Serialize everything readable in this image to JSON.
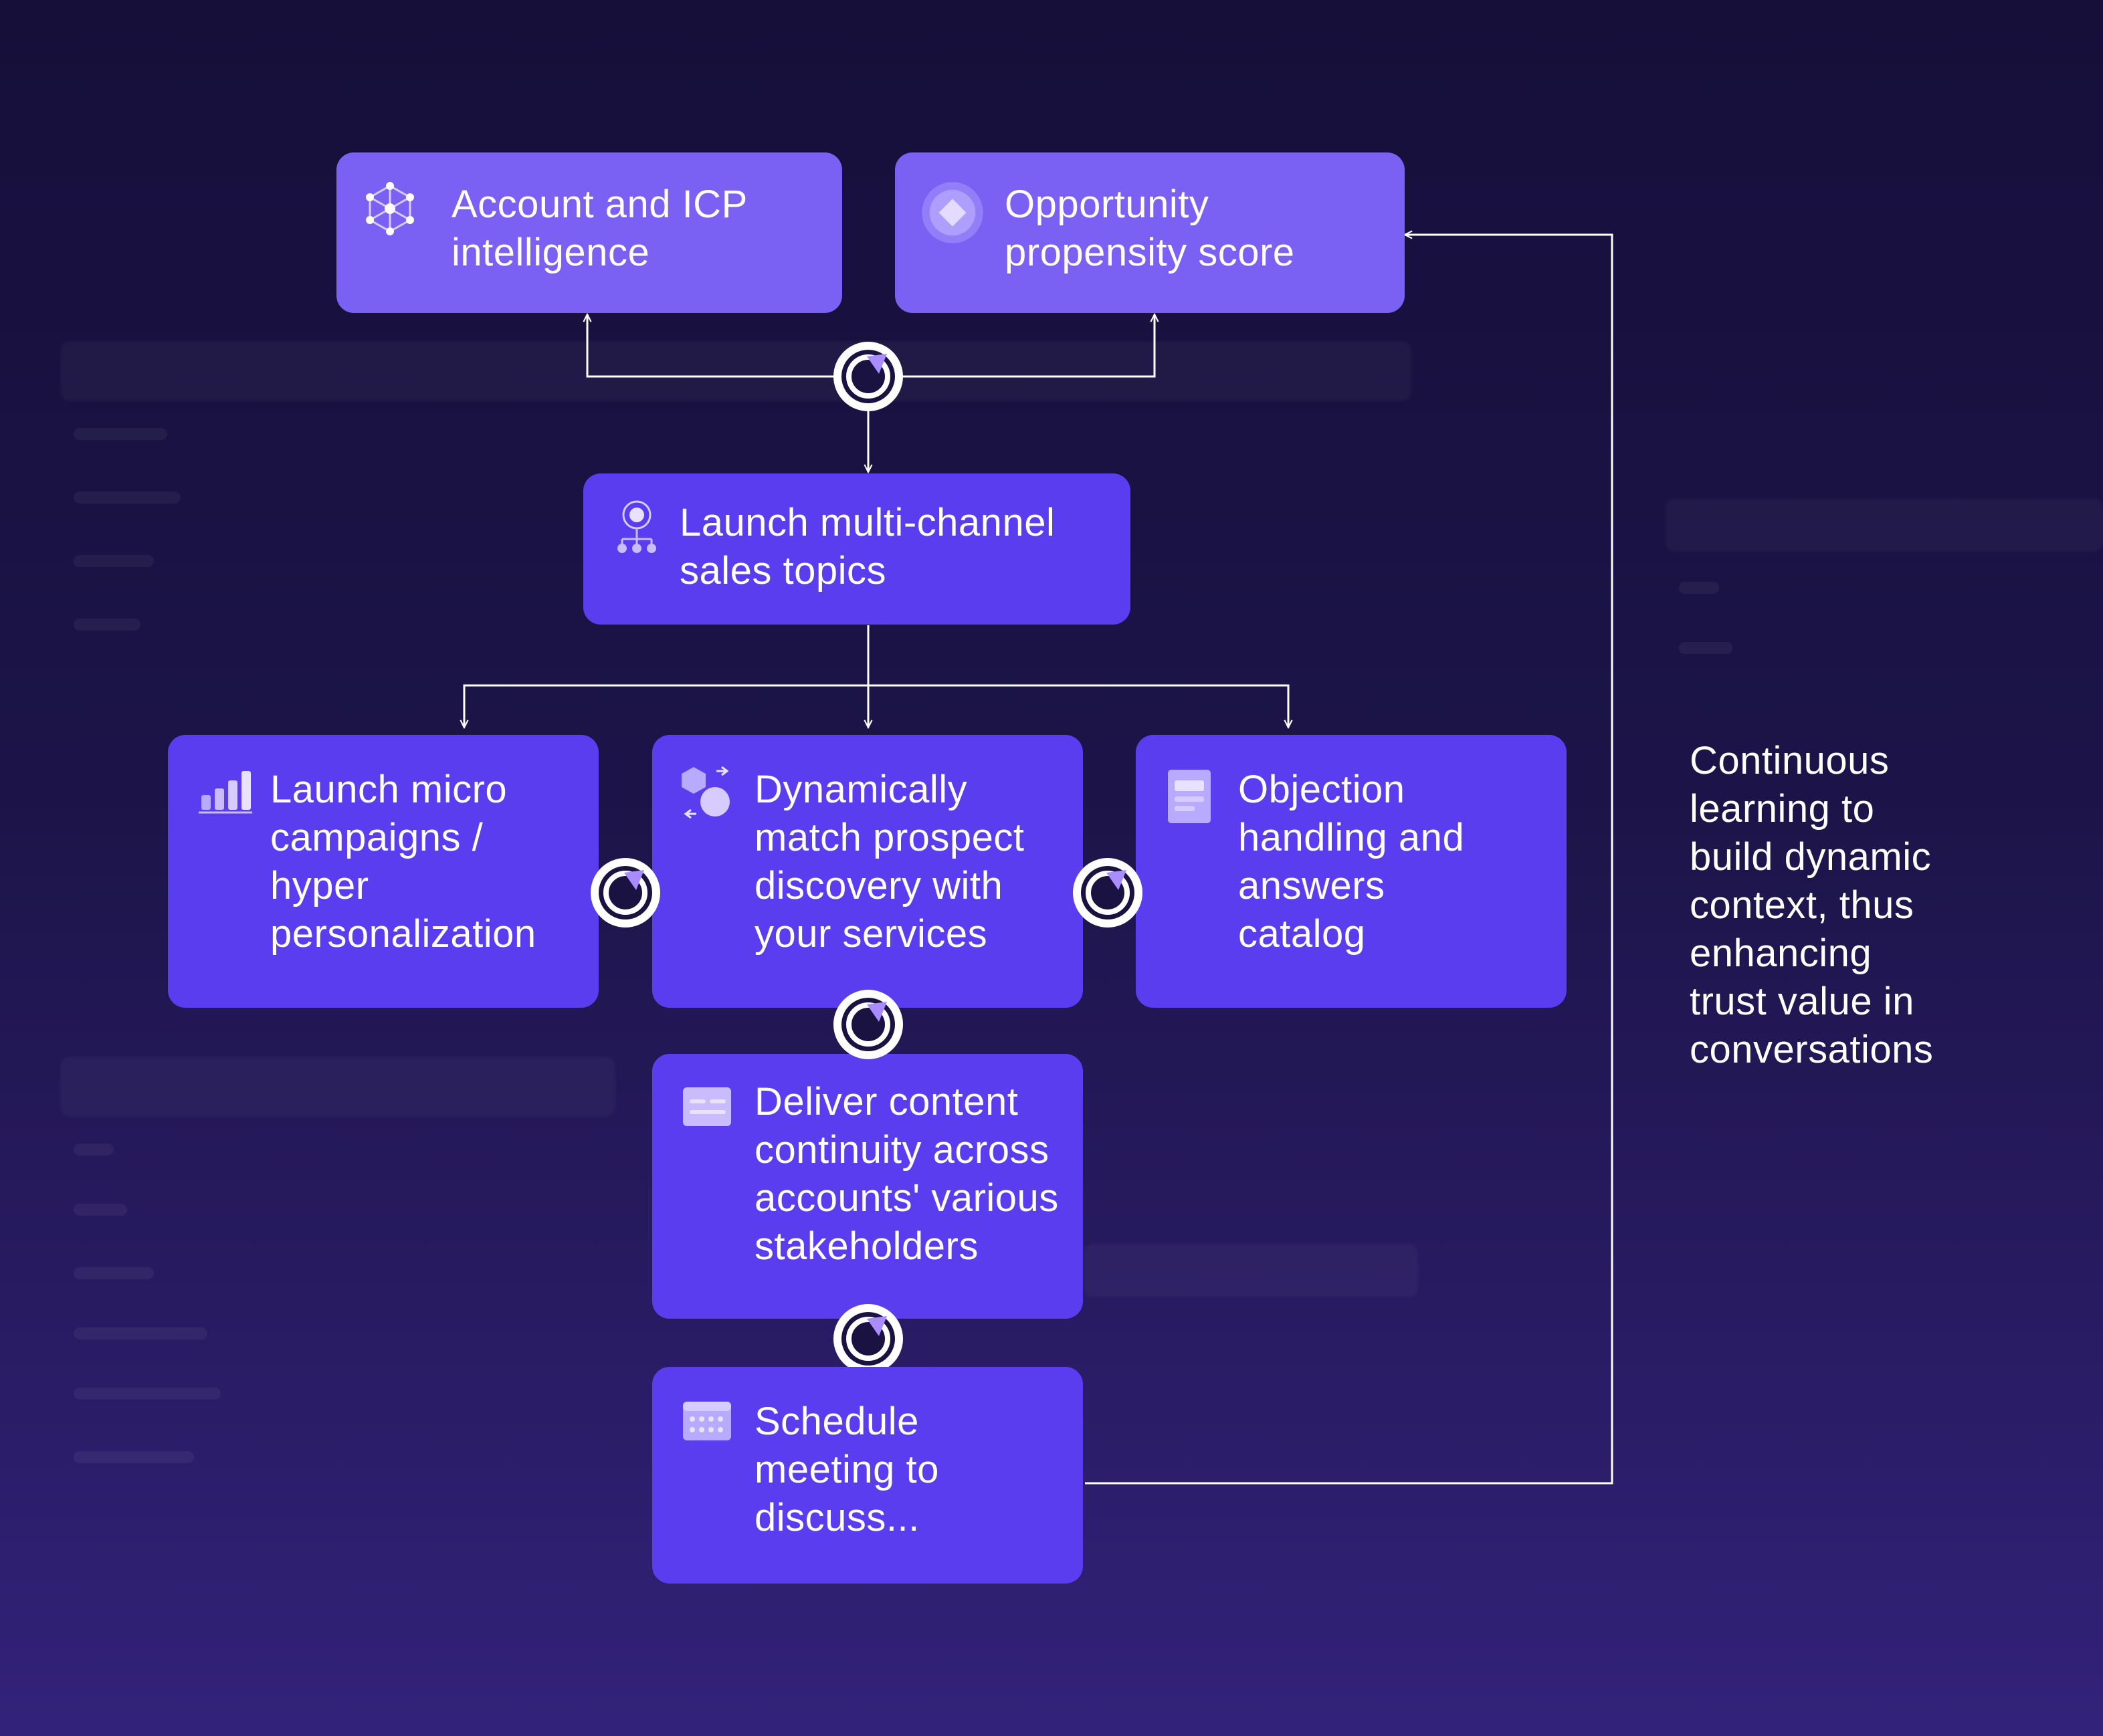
{
  "nodes": {
    "account_icp": {
      "label": "Account and ICP\nintelligence",
      "icon": "network-icon"
    },
    "propensity": {
      "label": "Opportunity\npropensity score",
      "icon": "diamond-icon"
    },
    "launch_topics": {
      "label": "Launch multi-channel\nsales topics",
      "icon": "people-hierarchy-icon"
    },
    "micro_campaigns": {
      "label": "Launch micro\ncampaigns /\nhyper\npersonalization",
      "icon": "bar-chart-icon"
    },
    "dynamic_match": {
      "label": "Dynamically\nmatch prospect\ndiscovery with\nyour services",
      "icon": "shapes-exchange-icon"
    },
    "objection": {
      "label": "Objection\nhandling and\nanswers\ncatalog",
      "icon": "catalog-icon"
    },
    "deliver_content": {
      "label": "Deliver content\ncontinuity across\naccounts' various\nstakeholders",
      "icon": "card-icon"
    },
    "schedule": {
      "label": "Schedule\nmeeting to\ndiscuss...",
      "icon": "calendar-icon"
    }
  },
  "side_note": "Continuous\nlearning to\nbuild dynamic\ncontext, thus\nenhancing\ntrust value in\nconversations",
  "colors": {
    "background_top": "#160f3a",
    "background_bottom": "#33227a",
    "node_fill": "#5b3df0",
    "node_fill_top": "#7a61f4",
    "connector": "#ffffff",
    "hub_ring": "#ffffff",
    "hub_center": "#1a1240"
  }
}
